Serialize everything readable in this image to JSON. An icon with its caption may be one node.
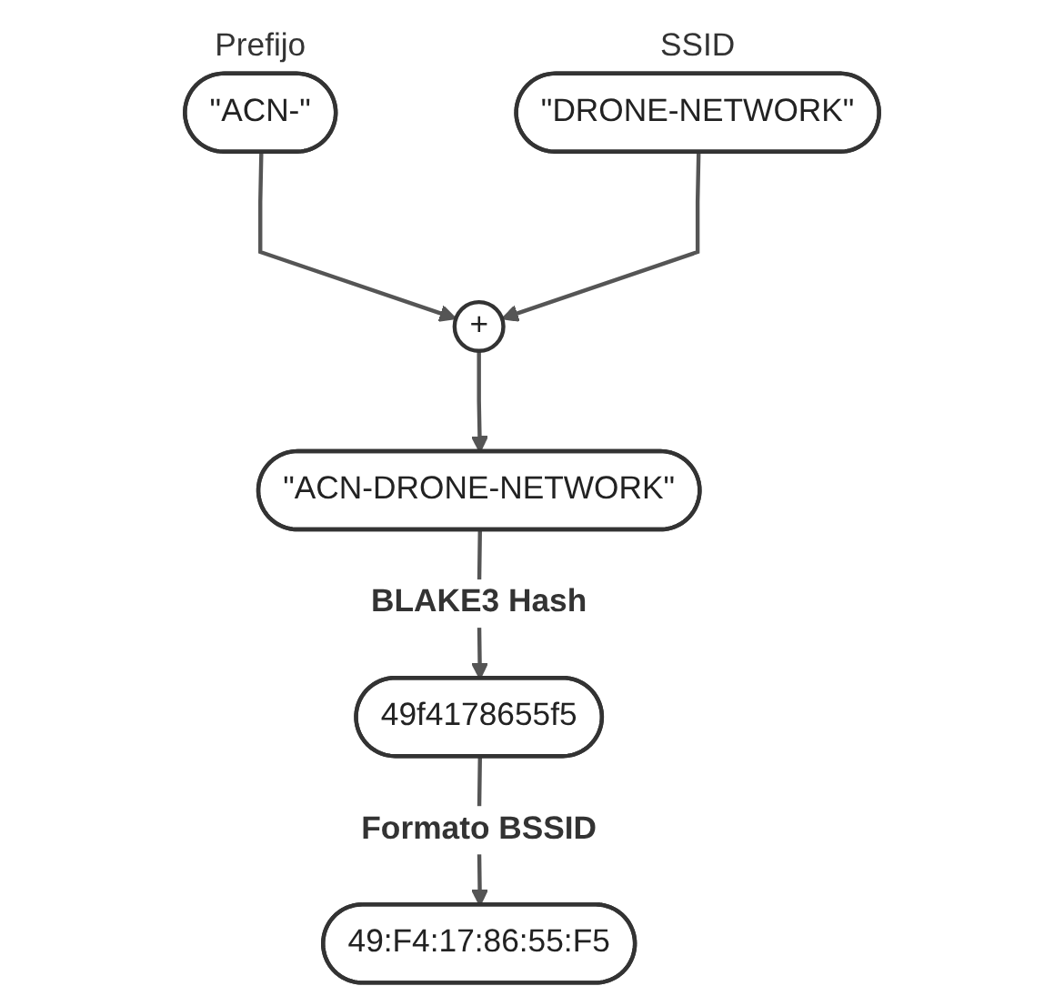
{
  "diagram": {
    "nodes": [
      {
        "text": [
          "\"ACN-\""
        ],
        "beside": [
          "Prefijo"
        ]
      },
      {
        "text": [
          "+"
        ]
      },
      {
        "text": [
          "\"DRONE-NETWORK\""
        ],
        "beside": [
          "SSID"
        ]
      },
      {
        "text": [
          "\"ACN-DRONE-NETWORK\""
        ]
      },
      {
        "text": [
          "49f4178655f5"
        ]
      },
      {
        "text": [
          "49:F4:17:86:55:F5"
        ]
      }
    ],
    "edges": [
      {
        "from": 0,
        "to": 1,
        "arrow": "to"
      },
      {
        "from": 2,
        "to": 1,
        "arrow": "to"
      },
      {
        "from": 1,
        "to": 3,
        "arrow": "to"
      },
      {
        "from": 3,
        "to": 4,
        "arrow": "to",
        "label": "BLAKE3 Hash"
      },
      {
        "from": 4,
        "to": 5,
        "arrow": "to",
        "label": "Formato BSSID"
      }
    ]
  }
}
